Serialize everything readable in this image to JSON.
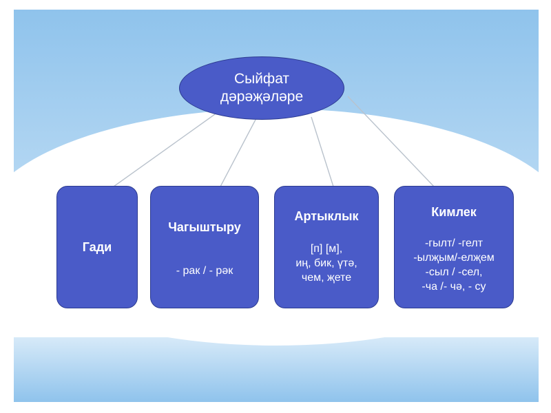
{
  "root": {
    "lines": [
      "Сыйфат",
      "дәрәҗәләре"
    ]
  },
  "categories": [
    {
      "title": "Гади",
      "lines": []
    },
    {
      "title": "Чагыштыру",
      "lines": [
        "- рак / - рәк"
      ]
    },
    {
      "title": "Артыклык",
      "lines": [
        "[п] [м],",
        "иң, бик, үтә,",
        "чем, җете"
      ]
    },
    {
      "title": "Кимлек",
      "lines": [
        "-гылт/ -гелт",
        "-ылҗым/-елҗем",
        "-сыл / -сел,",
        "-ча /- чә, - су"
      ]
    }
  ],
  "colors": {
    "node_fill": "#4a5bc8",
    "node_border": "#2b3a8f",
    "sky_top": "#8fc3ec",
    "sky_bottom": "#e4f1fb",
    "connector": "#b9c2cc"
  }
}
